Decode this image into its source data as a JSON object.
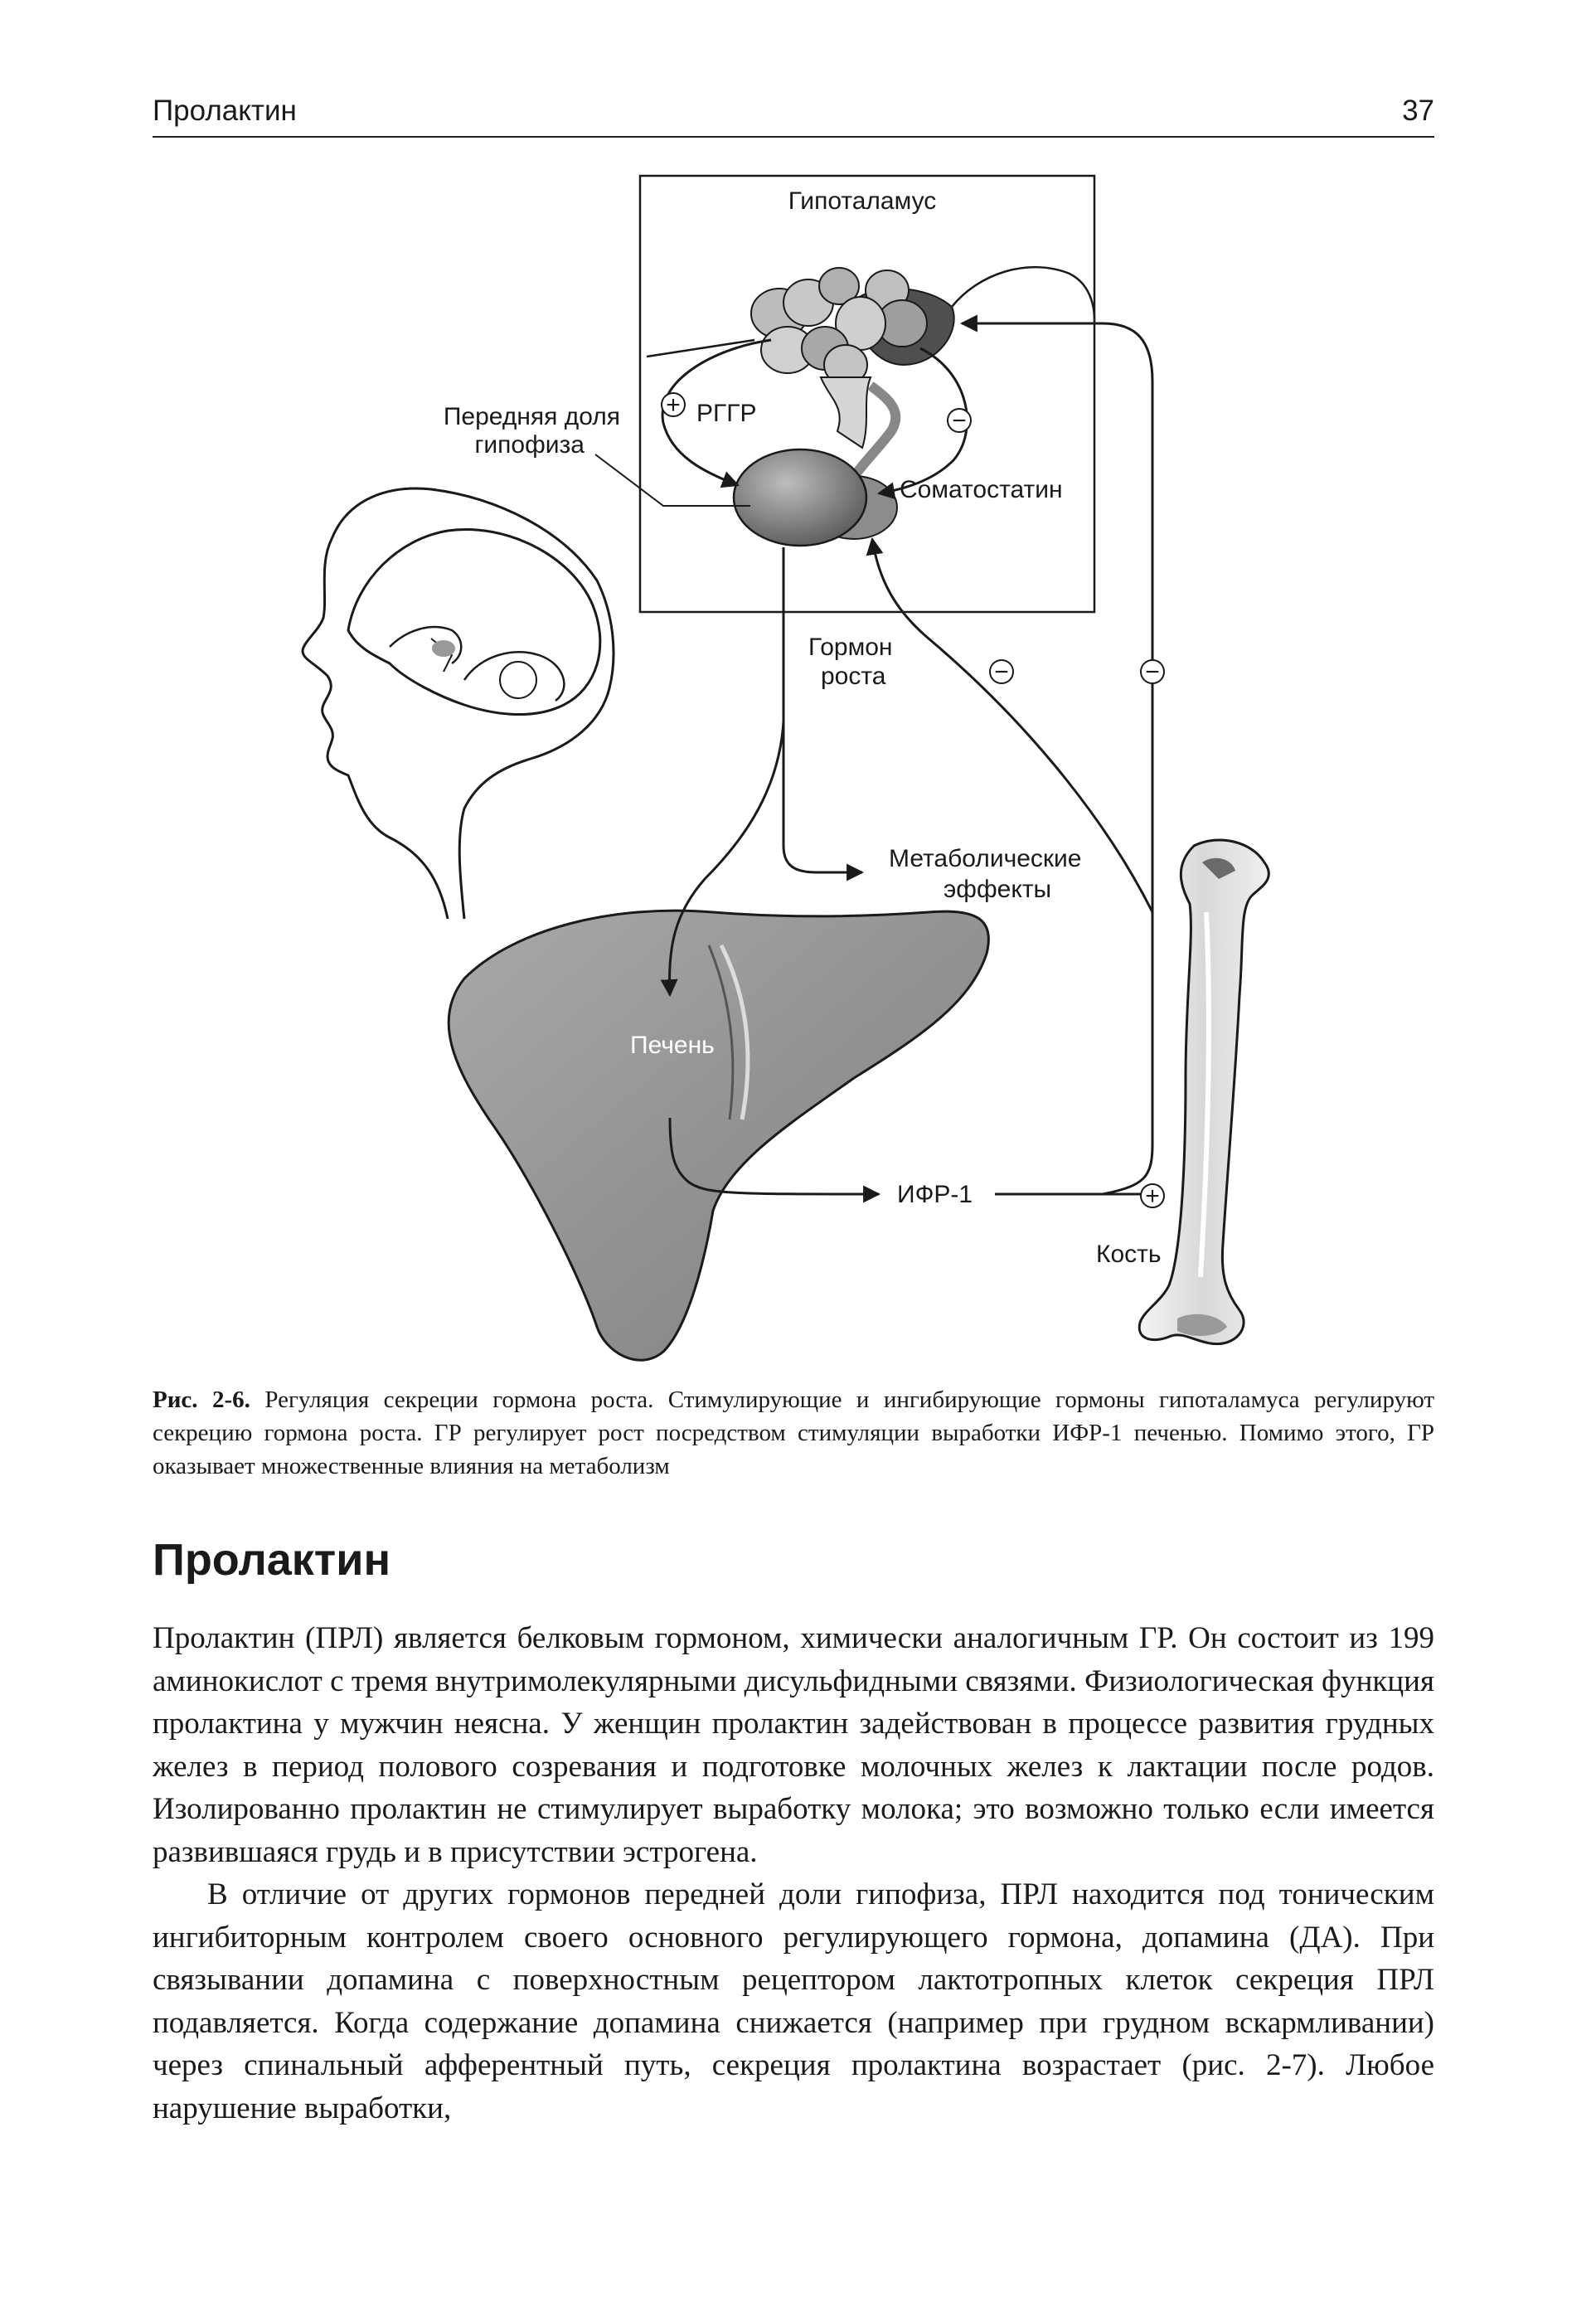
{
  "header": {
    "running_title": "Пролактин",
    "page_number": "37"
  },
  "figure": {
    "labels": {
      "hypothalamus": "Гипоталамус",
      "anterior_pituitary_line1": "Передняя доля",
      "anterior_pituitary_line2": "гипофиза",
      "ghrh": "РГГР",
      "somatostatin": "Соматостатин",
      "growth_hormone_line1": "Гормон",
      "growth_hormone_line2": "роста",
      "metabolic_line1": "Метаболические",
      "metabolic_line2": "эффекты",
      "liver": "Печень",
      "igf1": "ИФР-1",
      "bone": "Кость"
    },
    "signs": {
      "plus": "+",
      "minus": "−"
    },
    "caption_label": "Рис. 2-6.",
    "caption_text": "Регуляция секреции гормона роста. Стимулирующие и ингибирующие гормоны гипоталамуса регулируют секрецию гормона роста. ГР регулирует рост посредством стимуляции выработки ИФР-1 печенью. Помимо этого, ГР оказывает множественные влияния на метаболизм"
  },
  "section": {
    "heading": "Пролактин",
    "paragraphs": [
      "Пролактин (ПРЛ) является белковым гормоном, химически аналогичным ГР. Он состоит из 199 аминокислот с тремя внутримолекулярными дисульфидными связями. Физиологическая функция пролактина у мужчин неясна. У женщин пролактин задействован в процессе развития грудных желез в период полового созревания и подготовке молочных желез к лактации после родов. Изолированно пролактин не стимулирует выработку молока; это возможно только если имеется развившаяся грудь и в присутствии эстрогена.",
      "В отличие от других гормонов передней доли гипофиза, ПРЛ находится под тоническим ингибиторным контролем своего основного регулирующего гормона, допамина (ДА). При связывании допамина с поверхностным рецептором лактотропных клеток секреция ПРЛ подавляется. Когда содержание допамина снижается (например при грудном вскармливании) через спинальный афферентный путь, секреция пролактина возрастает (рис. 2-7). Любое нарушение выработки,"
    ]
  }
}
